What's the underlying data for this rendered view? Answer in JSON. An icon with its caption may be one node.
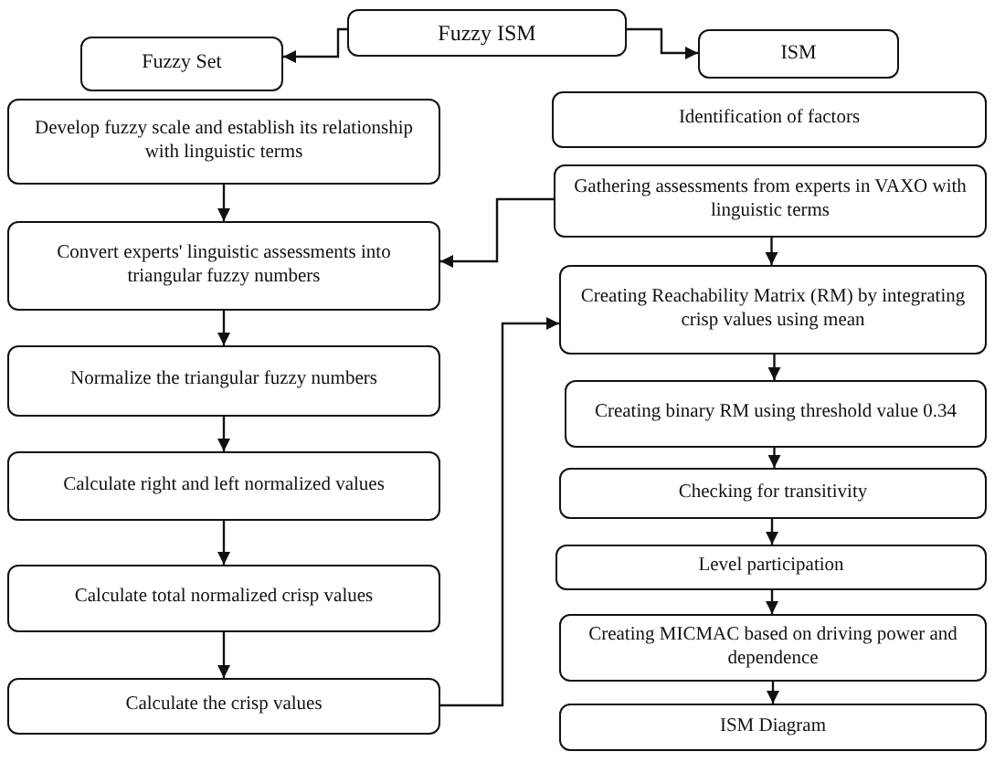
{
  "diagram": {
    "nodes": [
      {
        "text": [
          "Fuzzy ISM"
        ]
      },
      {
        "text": [
          "Fuzzy Set"
        ]
      },
      {
        "text": [
          "ISM"
        ]
      },
      {
        "text": [
          "Develop fuzzy scale and establish its relationship with linguistic terms"
        ]
      },
      {
        "text": [
          "Convert experts' linguistic assessments into triangular fuzzy numbers"
        ]
      },
      {
        "text": [
          "Normalize the triangular fuzzy numbers"
        ]
      },
      {
        "text": [
          "Calculate right and left normalized values"
        ]
      },
      {
        "text": [
          "Calculate total normalized crisp values"
        ]
      },
      {
        "text": [
          "Calculate the crisp values"
        ]
      },
      {
        "text": [
          "Identification of factors"
        ]
      },
      {
        "text": [
          "Gathering assessments from experts in VAXO with linguistic terms"
        ]
      },
      {
        "text": [
          "Creating Reachability Matrix (RM) by integrating crisp values using mean"
        ]
      },
      {
        "text": [
          "Creating binary RM using threshold value 0.34"
        ]
      },
      {
        "text": [
          "Checking for transitivity"
        ]
      },
      {
        "text": [
          "Level participation"
        ]
      },
      {
        "text": [
          "Creating MICMAC based on driving power and dependence"
        ]
      },
      {
        "text": [
          "ISM Diagram"
        ]
      }
    ],
    "edges": [
      {
        "from": 0,
        "to": 1,
        "arrow": "to"
      },
      {
        "from": 0,
        "to": 2,
        "arrow": "to"
      },
      {
        "from": 3,
        "to": 4,
        "arrow": "to"
      },
      {
        "from": 4,
        "to": 5,
        "arrow": "to"
      },
      {
        "from": 5,
        "to": 6,
        "arrow": "to"
      },
      {
        "from": 6,
        "to": 7,
        "arrow": "to"
      },
      {
        "from": 7,
        "to": 8,
        "arrow": "to"
      },
      {
        "from": 10,
        "to": 4,
        "arrow": "to"
      },
      {
        "from": 10,
        "to": 11,
        "arrow": "to"
      },
      {
        "from": 8,
        "to": 11,
        "arrow": "to"
      },
      {
        "from": 11,
        "to": 12,
        "arrow": "to"
      },
      {
        "from": 12,
        "to": 13,
        "arrow": "to"
      },
      {
        "from": 13,
        "to": 14,
        "arrow": "to"
      },
      {
        "from": 14,
        "to": 15,
        "arrow": "to"
      },
      {
        "from": 15,
        "to": 16,
        "arrow": "to"
      }
    ]
  }
}
